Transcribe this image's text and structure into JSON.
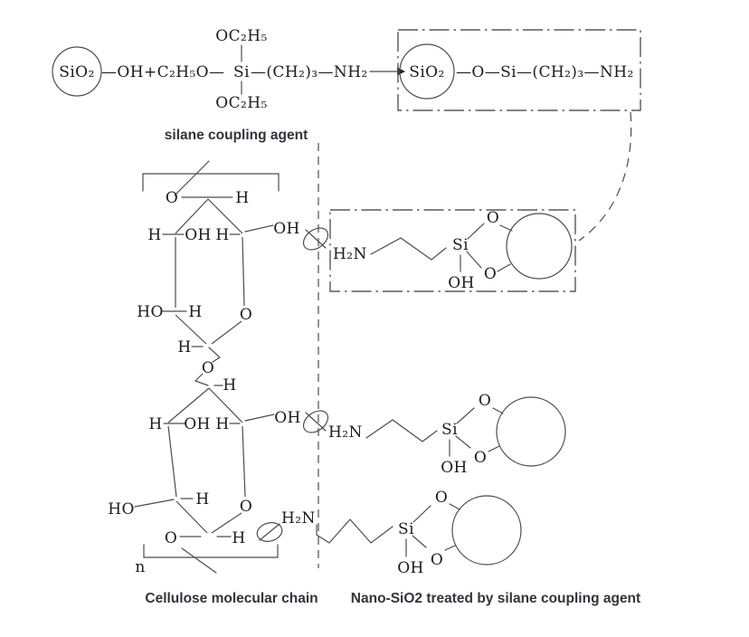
{
  "molecules": {
    "sio2": "SiO₂",
    "reactant_left": "—OH+C₂H₅O—",
    "si": "Si",
    "reactant_right": "—(CH₂)₃—NH₂",
    "ethoxy": "OC₂H₅",
    "product_chain": "—O—Si—(CH₂)₃—NH₂",
    "amine": "H₂N",
    "hydroxyl": "OH",
    "hydroxyl_rev": "HO",
    "oxygen": "O",
    "hydrogen": "H",
    "repeat_index": "n"
  },
  "labels": {
    "silane_agent": "silane coupling agent",
    "cellulose": "Cellulose molecular chain",
    "nano_sio2": "Nano-SiO2 treated by silane coupling agent"
  },
  "colors": {
    "line": "#4c4c4c",
    "text": "#1c1c1c",
    "caption": "#33333b"
  }
}
